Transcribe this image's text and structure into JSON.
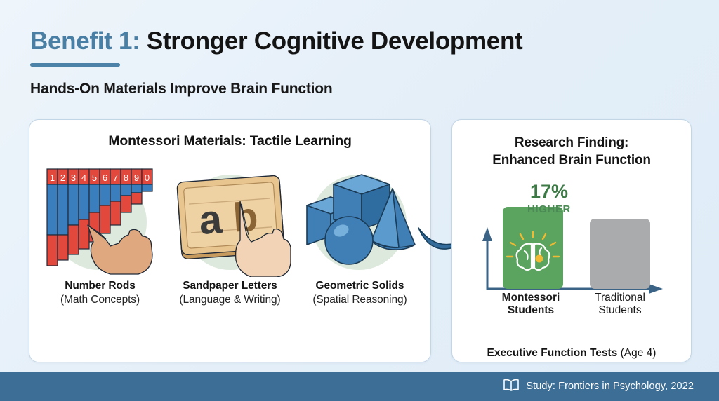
{
  "header": {
    "benefit_label": "Benefit 1:",
    "title_rest": " Stronger Cognitive Development",
    "subtitle": "Hands-On Materials Improve Brain Function"
  },
  "left_card": {
    "title": "Montessori Materials: Tactile Learning",
    "items": [
      {
        "icon": "number-rods-icon",
        "title": "Number Rods",
        "subtitle": "(Math Concepts)",
        "rod_digits": [
          "1",
          "2",
          "3",
          "4",
          "5",
          "6",
          "7",
          "8",
          "9",
          "0"
        ]
      },
      {
        "icon": "sandpaper-letters-icon",
        "title": "Sandpaper Letters",
        "subtitle": "(Language & Writing)",
        "letters": [
          "a",
          "b"
        ]
      },
      {
        "icon": "geometric-solids-icon",
        "title": "Geometric Solids",
        "subtitle": "(Spatial Reasoning)",
        "shapes": [
          "prism",
          "cube",
          "sphere",
          "cone"
        ]
      }
    ]
  },
  "right_card": {
    "title_line1": "Research Finding:",
    "title_line2": "Enhanced Brain Function",
    "caption_bold": "Executive Function Tests",
    "caption_rest": " (Age 4)"
  },
  "chart_data": {
    "type": "bar",
    "title": "Research Finding: Enhanced Brain Function",
    "xlabel": "Executive Function Tests (Age 4)",
    "ylabel": "",
    "categories": [
      "Montessori Students",
      "Traditional Students"
    ],
    "values": [
      117,
      100
    ],
    "value_unit": "index (Traditional = 100)",
    "ylim": [
      0,
      135
    ],
    "grid": false,
    "legend": "none",
    "annotations": [
      {
        "text": "17%",
        "sub": "HIGHER",
        "target": "Montessori Students"
      }
    ],
    "bar_colors": [
      "#5aa45f",
      "#aaabad"
    ],
    "axis_color": "#3a6385",
    "bar_icons": [
      "brain-icon",
      null
    ]
  },
  "footer": {
    "icon": "open-book-icon",
    "text": "Study: Frontiers in Psychology, 2022"
  },
  "colors": {
    "accent_blue": "#4a7fa5",
    "footer_bar": "#3d6e96",
    "green": "#5aa45f",
    "green_text": "#3c7a45",
    "gray_bar": "#aaabad",
    "rod_red": "#e2483c",
    "rod_blue": "#3a7ebd",
    "wood": "#e8c48f",
    "solid_blue": "#3f7fb5",
    "circle_bg": "#dde9dc"
  }
}
